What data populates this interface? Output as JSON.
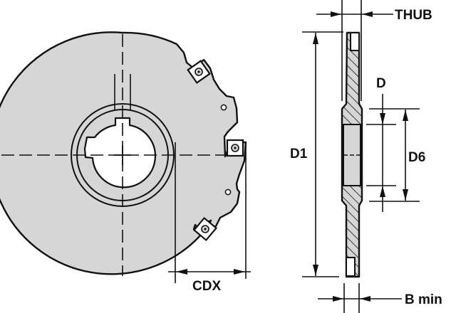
{
  "diagram": {
    "type": "technical-drawing",
    "subject": "side and face mill cutter with indexable inserts",
    "views": [
      "front-view",
      "side-section-view"
    ],
    "colors": {
      "body_fill": "#d6d6d6",
      "line": "#111111",
      "background": "#ffffff",
      "bore": "#ffffff"
    },
    "dimensions": {
      "cdx": "CDX",
      "thub": "THUB",
      "d": "D",
      "d1": "D1",
      "d6": "D6",
      "b_min": "B min"
    }
  }
}
